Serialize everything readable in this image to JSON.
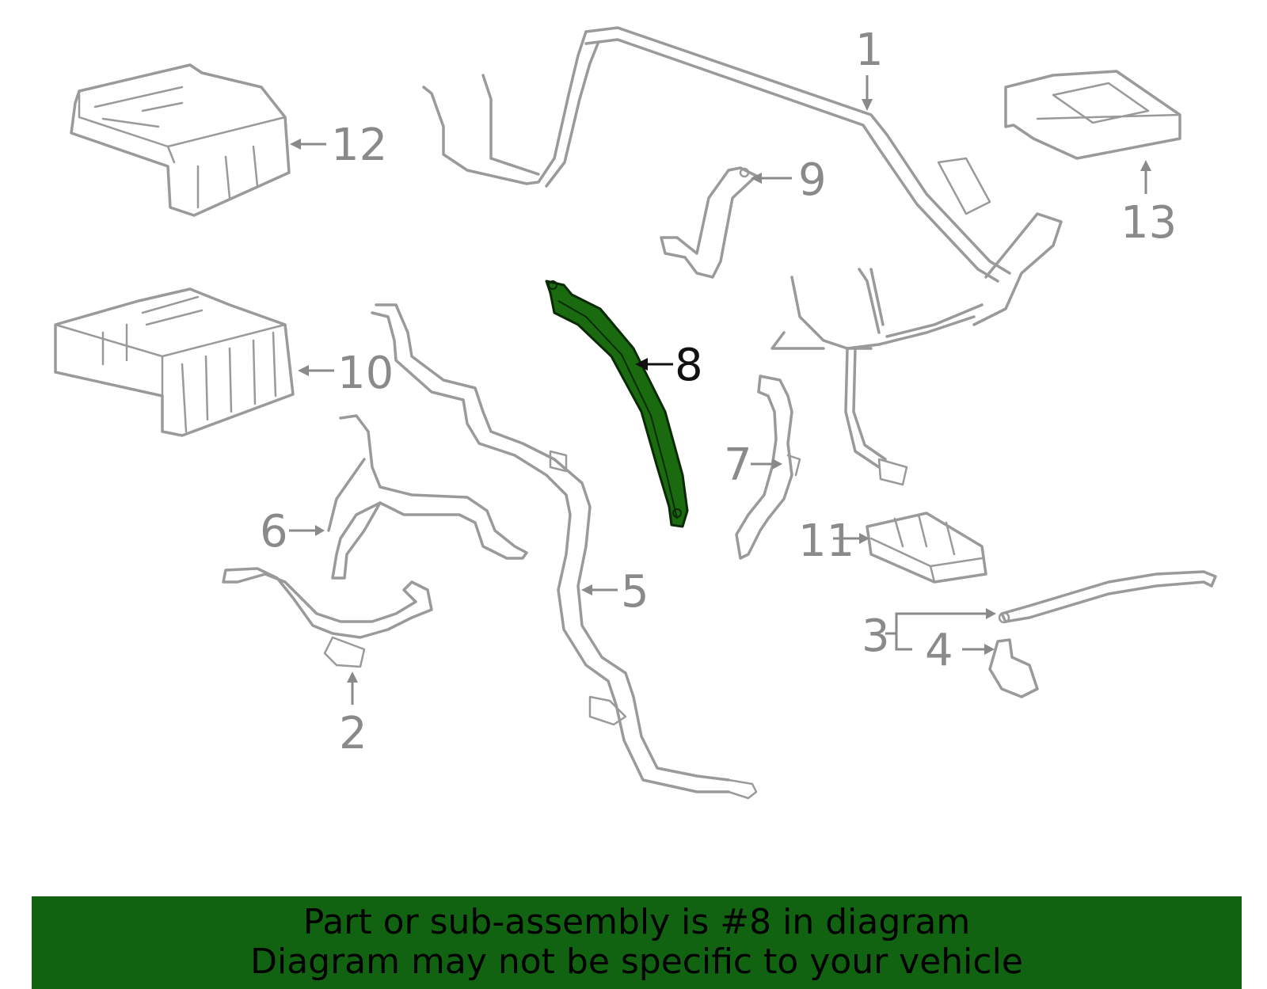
{
  "callouts": [
    {
      "id": "1",
      "label": "1"
    },
    {
      "id": "2",
      "label": "2"
    },
    {
      "id": "3",
      "label": "3"
    },
    {
      "id": "4",
      "label": "4"
    },
    {
      "id": "5",
      "label": "5"
    },
    {
      "id": "6",
      "label": "6"
    },
    {
      "id": "7",
      "label": "7"
    },
    {
      "id": "8",
      "label": "8",
      "highlighted": true
    },
    {
      "id": "9",
      "label": "9"
    },
    {
      "id": "10",
      "label": "10"
    },
    {
      "id": "11",
      "label": "11"
    },
    {
      "id": "12",
      "label": "12"
    },
    {
      "id": "13",
      "label": "13"
    }
  ],
  "highlight": {
    "part": "8",
    "color": "#1a6a10"
  },
  "banner": {
    "line1": "Part or sub-assembly is #8 in diagram",
    "line2": "Diagram may not be specific to your vehicle",
    "background": "#116211"
  },
  "colors": {
    "part_outline": "#9a9a9a",
    "callout": "#8a8a8a"
  }
}
